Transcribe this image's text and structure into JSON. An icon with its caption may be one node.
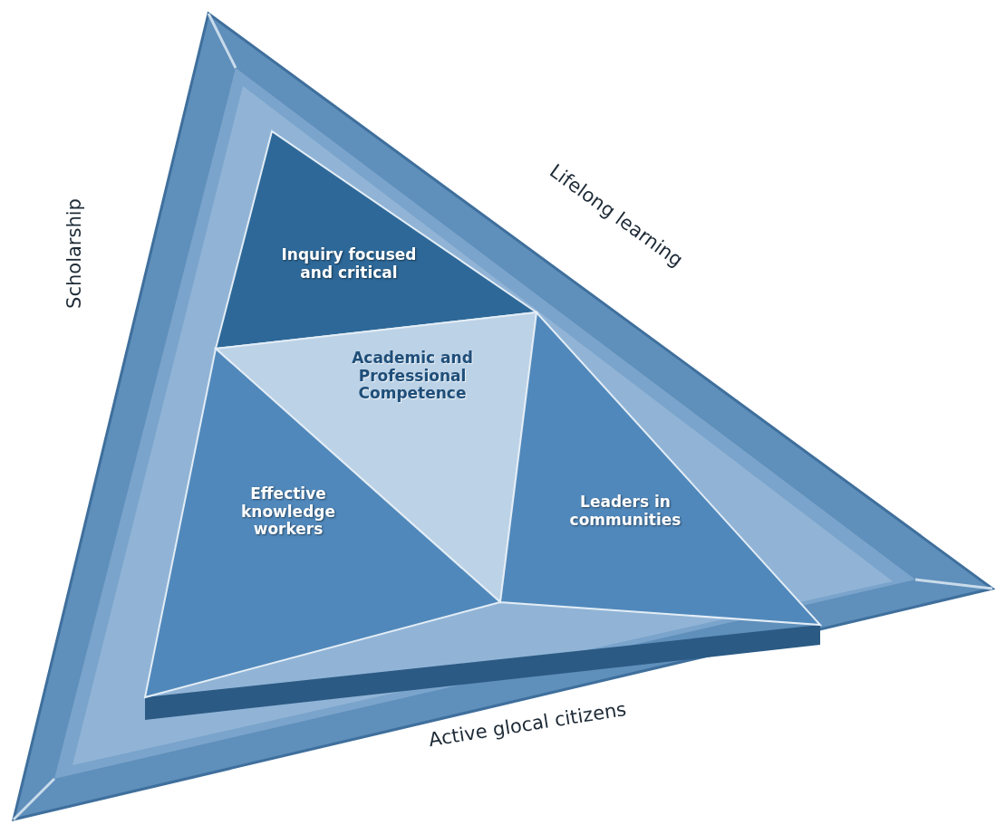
{
  "diagram": {
    "nodes": [
      {
        "text": [],
        "shape": "triangle"
      },
      {
        "text": [
          "Inquiry focused and critical"
        ],
        "in": 0
      },
      {
        "text": [
          "Academic and Professional Competence"
        ],
        "in": 0
      },
      {
        "text": [
          "Effective knowledge workers"
        ],
        "in": 0
      },
      {
        "text": [
          "Leaders in communities"
        ],
        "in": 0
      }
    ],
    "labels": [
      "Scholarship",
      "Lifelong learning",
      "Active glocal citizens"
    ]
  }
}
